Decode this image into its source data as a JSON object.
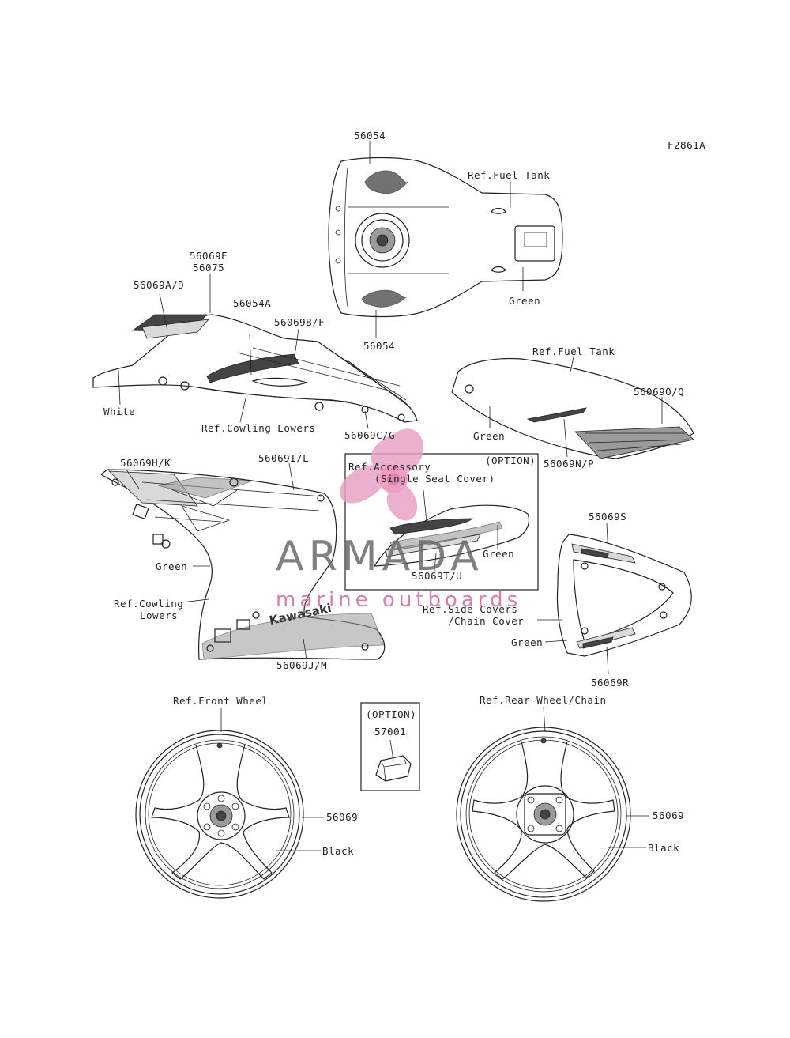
{
  "figure_code": "F2861A",
  "labels": {
    "tank_top": "56054",
    "tank_bottom": "56054",
    "ref_fuel_tank_1": "Ref.Fuel Tank",
    "green_tank": "Green",
    "l56069E": "56069E",
    "l56075": "56075",
    "l56069AD": "56069A/D",
    "l56054A": "56054A",
    "l56069BF": "56069B/F",
    "white": "White",
    "ref_cowling_lowers_1": "Ref.Cowling Lowers",
    "l56069CG": "56069C/G",
    "ref_fuel_tank_2": "Ref.Fuel Tank",
    "l56069OQ": "56069O/Q",
    "green_side": "Green",
    "l56069NP": "56069N/P",
    "l56069HK": "56069H/K",
    "l56069IL": "56069I/L",
    "option_1": "(OPTION)",
    "ref_accessory_1": "Ref.Accessory",
    "ref_accessory_2": "(Single Seat Cover)",
    "green_seat": "Green",
    "l56069TU": "56069T/U",
    "green_cowl": "Green",
    "ref_cowling_lowers_2a": "Ref.Cowling",
    "ref_cowling_lowers_2b": "Lowers",
    "l56069JM": "56069J/M",
    "l56069S": "56069S",
    "ref_side_covers_a": "Ref.Side Covers",
    "ref_side_covers_b": "/Chain Cover",
    "green_tail": "Green",
    "l56069R": "56069R",
    "ref_front_wheel": "Ref.Front Wheel",
    "option_2": "(OPTION)",
    "l57001": "57001",
    "ref_rear_wheel": "Ref.Rear Wheel/Chain",
    "l56069_front": "56069",
    "black_front": "Black",
    "l56069_rear": "56069",
    "black_rear": "Black"
  },
  "watermark": {
    "title": "ARMADA",
    "subtitle": "marine outboards",
    "colors": {
      "pink": "#e8a3c6",
      "gray": "#6b6b6b"
    }
  }
}
